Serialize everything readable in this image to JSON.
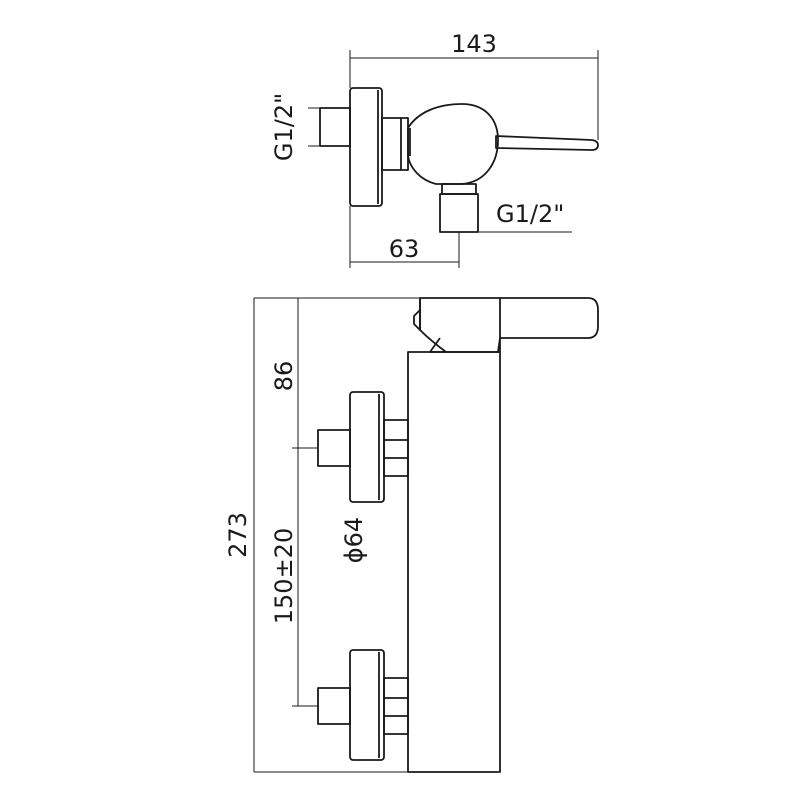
{
  "dimensions": {
    "top_width": "143",
    "left_inlet_thread": "G1/2\"",
    "outlet_thread": "G1/2\"",
    "outlet_offset": "63",
    "upper_offset": "86",
    "total_height": "273",
    "inlet_spacing": "150±20",
    "flange_diameter": "ϕ64"
  }
}
